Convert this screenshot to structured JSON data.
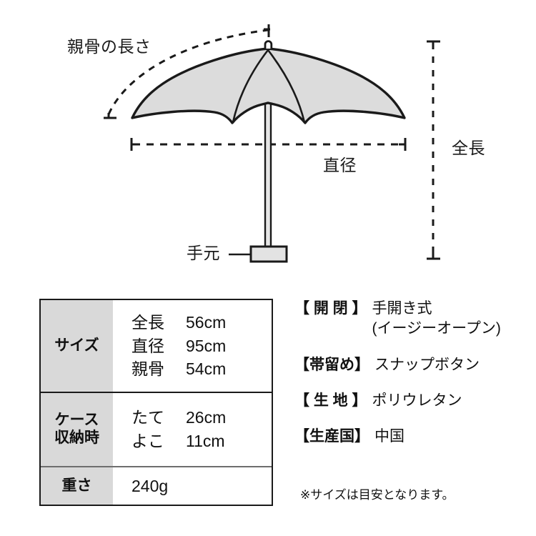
{
  "diagram": {
    "labels": {
      "rib_length": "親骨の長さ",
      "diameter": "直径",
      "total_length": "全長",
      "handle": "手元"
    },
    "colors": {
      "canopy_fill": "#dcdcdc",
      "outline": "#1a1a1a",
      "dash": "#1a1a1a"
    }
  },
  "spec_table": {
    "rows": [
      {
        "header": "サイズ",
        "header_lines": [
          "サイズ"
        ],
        "lines": [
          {
            "key": "全長",
            "value": "56cm"
          },
          {
            "key": "直径",
            "value": "95cm"
          },
          {
            "key": "親骨",
            "value": "54cm"
          }
        ]
      },
      {
        "header": "ケース収納時",
        "header_lines": [
          "ケース",
          "収納時"
        ],
        "lines": [
          {
            "key": "たて",
            "value": "26cm"
          },
          {
            "key": "よこ",
            "value": "11cm"
          }
        ]
      },
      {
        "header": "重さ",
        "header_lines": [
          "重さ"
        ],
        "single": "240g"
      }
    ]
  },
  "spec_list": {
    "items": [
      {
        "label": "【 開 閉 】",
        "value": "手開き式",
        "value_sub": "(イージーオープン)"
      },
      {
        "label": "【帯留め】",
        "value": "スナップボタン",
        "value_sub": ""
      },
      {
        "label": "【 生 地 】",
        "value": "ポリウレタン",
        "value_sub": ""
      },
      {
        "label": "【生産国】",
        "value": "中国",
        "value_sub": ""
      }
    ],
    "note": "※サイズは目安となります。"
  }
}
